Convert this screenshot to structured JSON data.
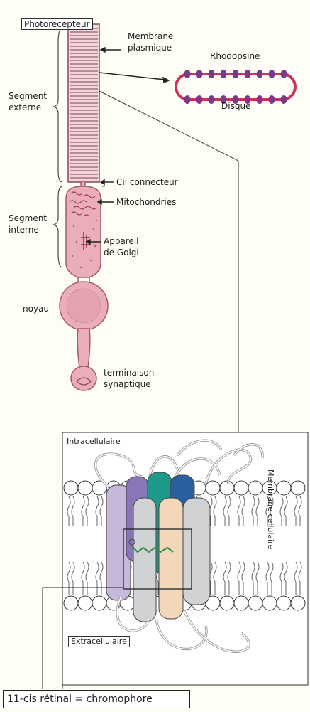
{
  "labels": {
    "photorecepteur": "Photorécepteur",
    "membrane_plasmique_1": "Membrane",
    "membrane_plasmique_2": "plasmique",
    "rhodopsine": "Rhodopsine",
    "disque": "Disque",
    "segment_externe_1": "Segment",
    "segment_externe_2": "externe",
    "cil_connecteur": "Cil connecteur",
    "mitochondries": "Mitochondries",
    "segment_interne_1": "Segment",
    "segment_interne_2": "interne",
    "appareil_golgi_1": "Appareil",
    "appareil_golgi_2": "de Golgi",
    "noyau": "noyau",
    "terminaison_1": "terminaison",
    "terminaison_2": "synaptique",
    "intracellulaire": "Intracellulaire",
    "extracellulaire": "Extracellulaire",
    "membrane_cellulaire": "Membrane cellulaire",
    "caption": "11-cis rétinal = chromophore"
  },
  "colors": {
    "cell_fill": "#e9aeb8",
    "cell_stroke": "#a55a6a",
    "disk": "#cc3355",
    "rhodopsin": "#7a3a8a",
    "helix_purple": "#8a76b6",
    "helix_teal": "#1f9a8a",
    "helix_blue": "#2a5fa0",
    "helix_peach": "#f2d8b8",
    "helix_grey": "#d0d2d4",
    "helix_lavender": "#c5b8d8",
    "retinal": "#2a8a4a"
  }
}
